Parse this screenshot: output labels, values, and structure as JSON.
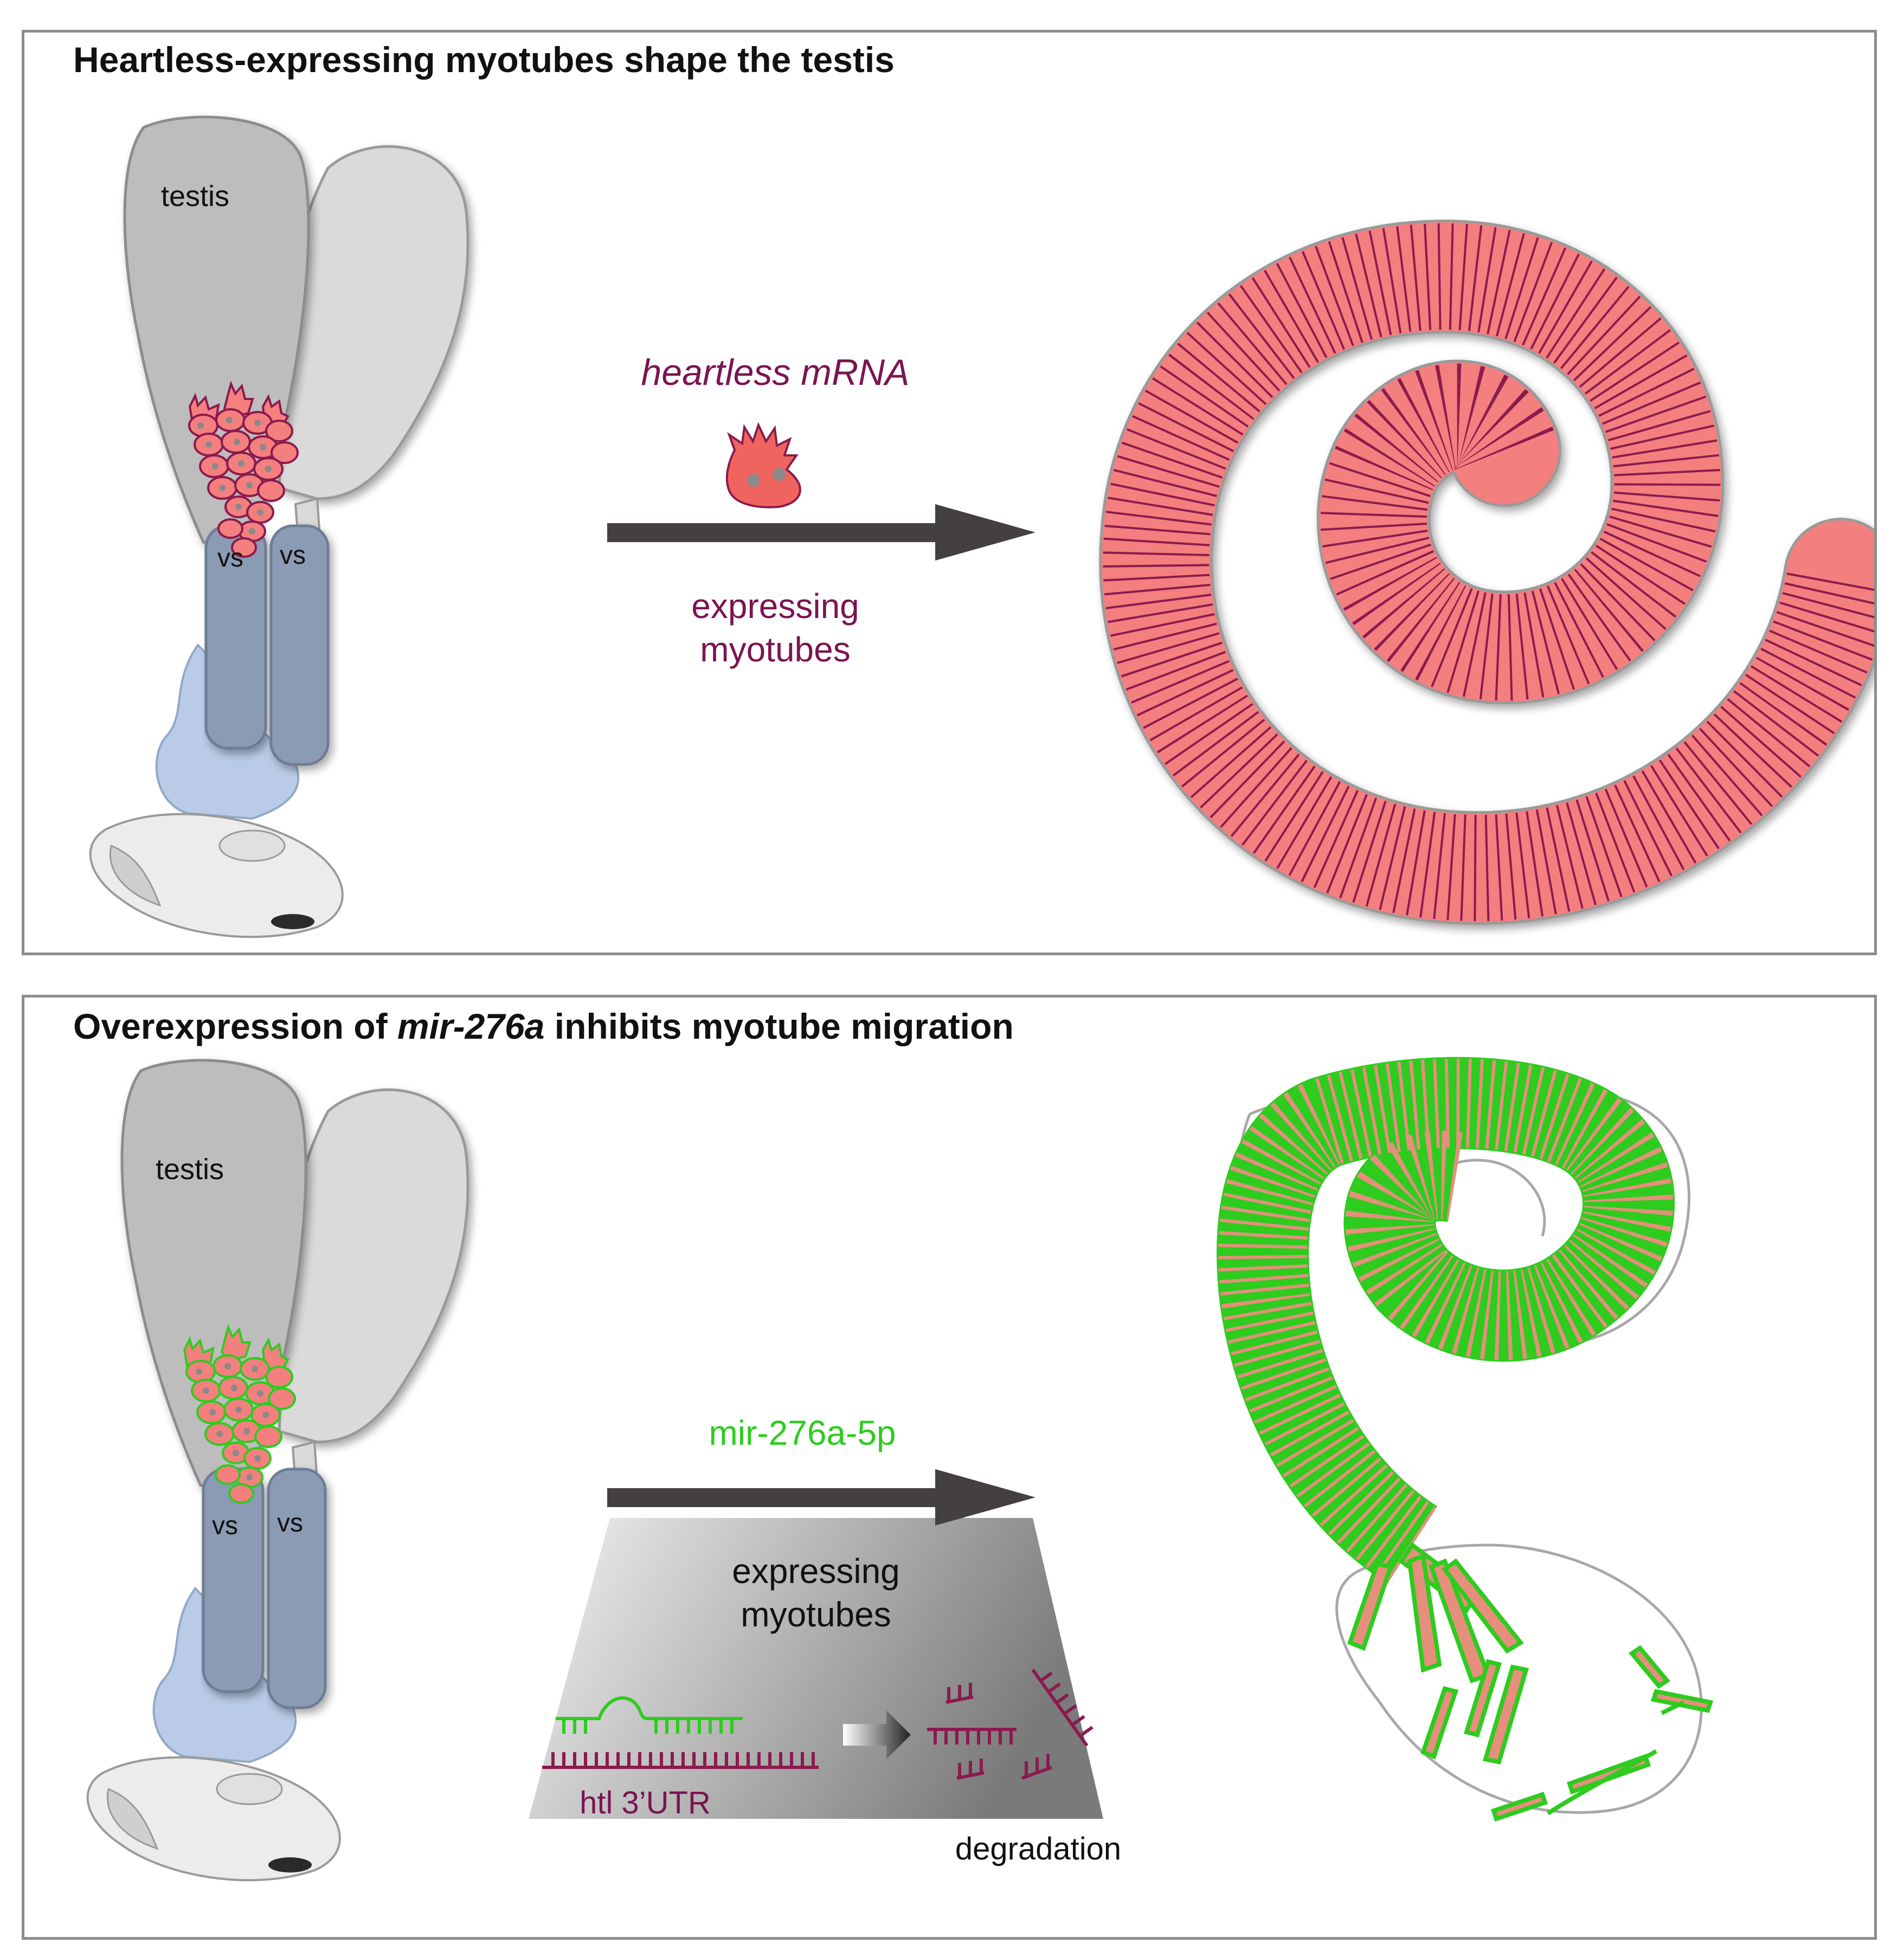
{
  "top_panel": {
    "title": "Heartless-expressing myotubes shape the testis",
    "testis_label": "testis",
    "vs_left": "vs",
    "vs_right": "vs",
    "arrow_above": "heartless mRNA",
    "arrow_below_1": "expressing",
    "arrow_below_2": "myotubes"
  },
  "bottom_panel": {
    "title_before": "Overexpression of ",
    "title_italic": "mir-276a",
    "title_after": " inhibits myotube migration",
    "testis_label": "testis",
    "vs_left": "vs",
    "vs_right": "vs",
    "mirna_label": "mir-276a-5p",
    "expressing_1": "expressing",
    "expressing_2": "myotubes",
    "utr_label": "htl 3’UTR",
    "degradation_label": "degradation"
  },
  "colors": {
    "testis_gray": "#bdbdbd",
    "testis_light": "#dadada",
    "vas_blue": "#8a9bb3",
    "seminal_blue": "#b9cbe6",
    "myotube_fill": "#f47f7f",
    "myotube_stroke": "#8b1a4e",
    "mirna_green": "#2dcc1e",
    "text_purple": "#7b1451",
    "arrow_dark": "#444041"
  }
}
